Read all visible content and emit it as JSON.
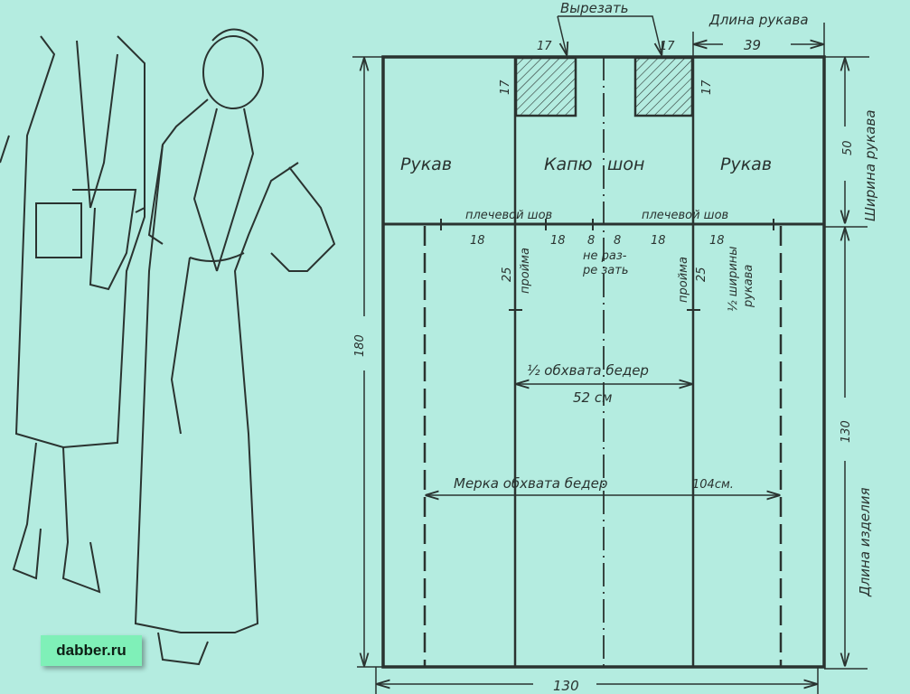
{
  "labels": {
    "cut_out": "Вырезать",
    "sleeve_length": "Длина рукава",
    "sleeve_length_value": "39",
    "notch_w_left": "17",
    "notch_w_right": "17",
    "notch_h_left": "17",
    "notch_h_right": "17",
    "sleeve_left": "Рукав",
    "hood_a": "Капю",
    "hood_b": "шон",
    "sleeve_right": "Рукав",
    "shoulder_seam_left": "плечевой шов",
    "shoulder_seam_right": "плечевой шов",
    "sleeve_width": "Ширина рукава",
    "sleeve_width_value": "50",
    "seg_18_a": "18",
    "seg_18_b": "18",
    "seg_8_a": "8",
    "seg_8_b": "8",
    "seg_18_c": "18",
    "seg_18_d": "18",
    "do_not_cut_a": "не раз-",
    "do_not_cut_b": "ре зать",
    "armhole_left": "пройма",
    "armhole_right": "пройма",
    "armhole_depth_left": "25",
    "armhole_depth_right": "25",
    "half_sleeve_width_a": "½ ширины",
    "half_sleeve_width_b": "рукава",
    "total_height": "180",
    "half_hip": "½ обхвата бедер",
    "half_hip_value": "52 см",
    "hip_measure": "Мерка обхвата бедер",
    "hip_measure_value": "104см.",
    "garment_length": "Длина изделия",
    "garment_length_value": "130",
    "fabric_width": "130"
  },
  "watermark": "dabber.ru",
  "colors": {
    "background": "#b4ece0",
    "ink": "#2a3330",
    "watermark_bg": "#7ff0b8"
  }
}
